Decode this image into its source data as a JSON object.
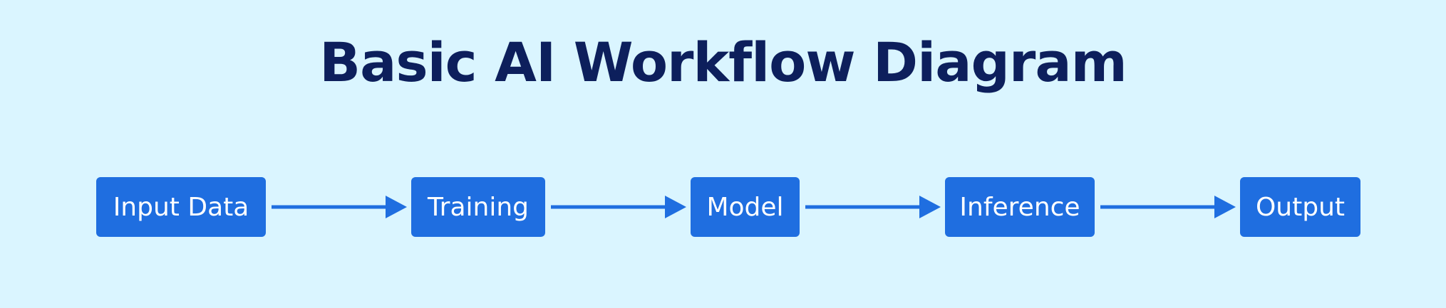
{
  "title": "Basic AI Workflow Diagram",
  "colors": {
    "background": "#daf5ff",
    "title": "#0d1f5c",
    "node_fill": "#1f6ee0",
    "node_text": "#ffffff",
    "arrow": "#1f6ee0"
  },
  "nodes": [
    {
      "label": "Input Data"
    },
    {
      "label": "Training"
    },
    {
      "label": "Model"
    },
    {
      "label": "Inference"
    },
    {
      "label": "Output"
    }
  ],
  "edges": [
    {
      "from": "Input Data",
      "to": "Training"
    },
    {
      "from": "Training",
      "to": "Model"
    },
    {
      "from": "Model",
      "to": "Inference"
    },
    {
      "from": "Inference",
      "to": "Output"
    }
  ]
}
